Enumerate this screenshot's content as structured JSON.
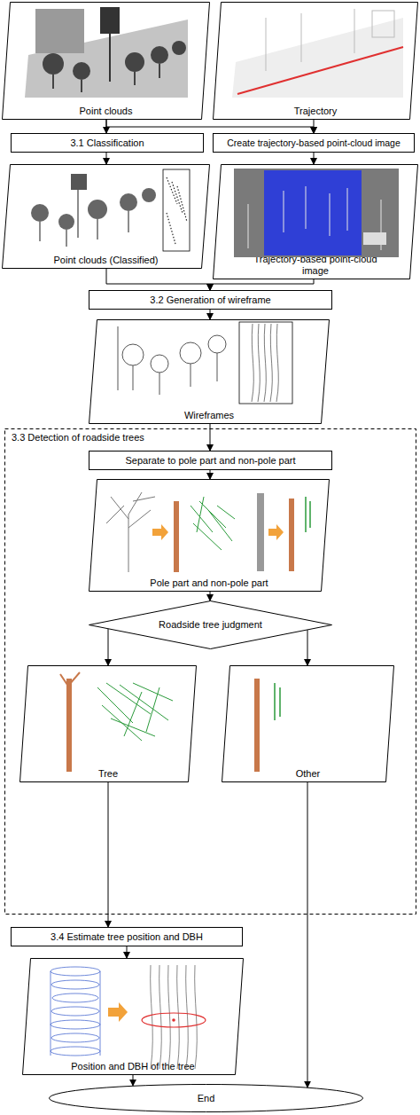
{
  "diagram": {
    "nodes": [
      {
        "text": [
          "Point clouds"
        ]
      },
      {
        "text": [
          "Trajectory"
        ]
      },
      {
        "text": [
          "3.1 Classification"
        ]
      },
      {
        "text": [
          "Create trajectory-based point-cloud image"
        ]
      },
      {
        "text": [
          "Point clouds (Classified)"
        ]
      },
      {
        "text": [
          "Trajectory-based point-cloud image"
        ]
      },
      {
        "text": [
          "3.2 Generation of wireframe"
        ]
      },
      {
        "text": [
          "Wireframes"
        ]
      },
      {
        "text": [
          "3.3 Detection of roadside trees"
        ]
      },
      {
        "text": [
          "Separate to pole part and non-pole part"
        ],
        "in": 8
      },
      {
        "text": [
          "Pole part and non-pole part"
        ],
        "in": 8
      },
      {
        "text": [
          "Roadside tree judgment"
        ],
        "in": 8
      },
      {
        "text": [
          "Tree"
        ],
        "in": 8
      },
      {
        "text": [
          "Other"
        ],
        "in": 8
      },
      {
        "text": [
          "3.4 Estimate tree position and DBH"
        ]
      },
      {
        "text": [
          "Position and DBH of the tree"
        ]
      },
      {
        "text": [
          "End"
        ]
      }
    ],
    "edges": [
      {
        "from": 0,
        "to": 2,
        "arrow": "to"
      },
      {
        "from": 0,
        "to": 3,
        "arrow": "to"
      },
      {
        "from": 1,
        "to": 3,
        "arrow": "to"
      },
      {
        "from": 2,
        "to": 4,
        "arrow": "to"
      },
      {
        "from": 3,
        "to": 5,
        "arrow": "to"
      },
      {
        "from": 4,
        "to": 6,
        "arrow": "to"
      },
      {
        "from": 5,
        "to": 6,
        "arrow": "to"
      },
      {
        "from": 6,
        "to": 7,
        "arrow": "to"
      },
      {
        "from": 7,
        "to": 9,
        "arrow": "to"
      },
      {
        "from": 9,
        "to": 10,
        "arrow": "to"
      },
      {
        "from": 10,
        "to": 11,
        "arrow": "to"
      },
      {
        "from": 11,
        "to": 12,
        "arrow": "to"
      },
      {
        "from": 11,
        "to": 13,
        "arrow": "to"
      },
      {
        "from": 12,
        "to": 14,
        "arrow": "to"
      },
      {
        "from": 14,
        "to": 15,
        "arrow": "to"
      },
      {
        "from": 15,
        "to": 16,
        "arrow": "to"
      },
      {
        "from": 13,
        "to": 16,
        "arrow": "to"
      }
    ]
  }
}
